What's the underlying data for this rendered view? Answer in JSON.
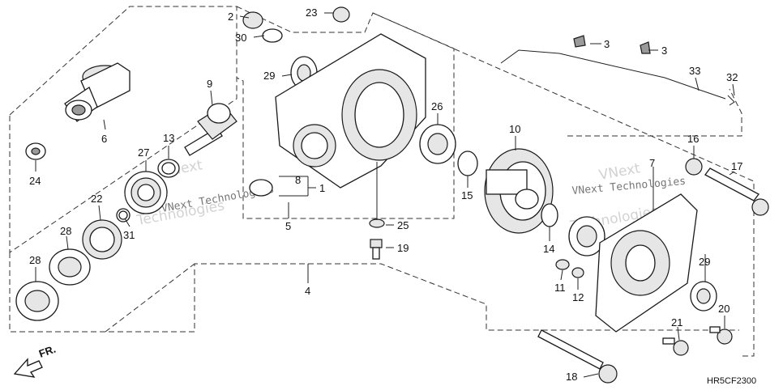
{
  "diagram_code": "HR5CF2300",
  "front_arrow_label": "FR.",
  "watermark": {
    "line1": "VNext",
    "line2": "Technologies",
    "inline": "VNext Technologies"
  },
  "callouts": {
    "c1": "1",
    "c2": "2",
    "c3a": "3",
    "c3b": "3",
    "c4": "4",
    "c5": "5",
    "c6": "6",
    "c7": "7",
    "c8": "8",
    "c9": "9",
    "c10": "10",
    "c11": "11",
    "c12": "12",
    "c13": "13",
    "c14": "14",
    "c15": "15",
    "c16": "16",
    "c17": "17",
    "c18": "18",
    "c19": "19",
    "c20": "20",
    "c21": "21",
    "c22": "22",
    "c23": "23",
    "c24": "24",
    "c25": "25",
    "c26": "26",
    "c27": "27",
    "c28a": "28",
    "c28b": "28",
    "c29a": "29",
    "c29b": "29",
    "c30": "30",
    "c31": "31",
    "c32": "32",
    "c33": "33"
  }
}
